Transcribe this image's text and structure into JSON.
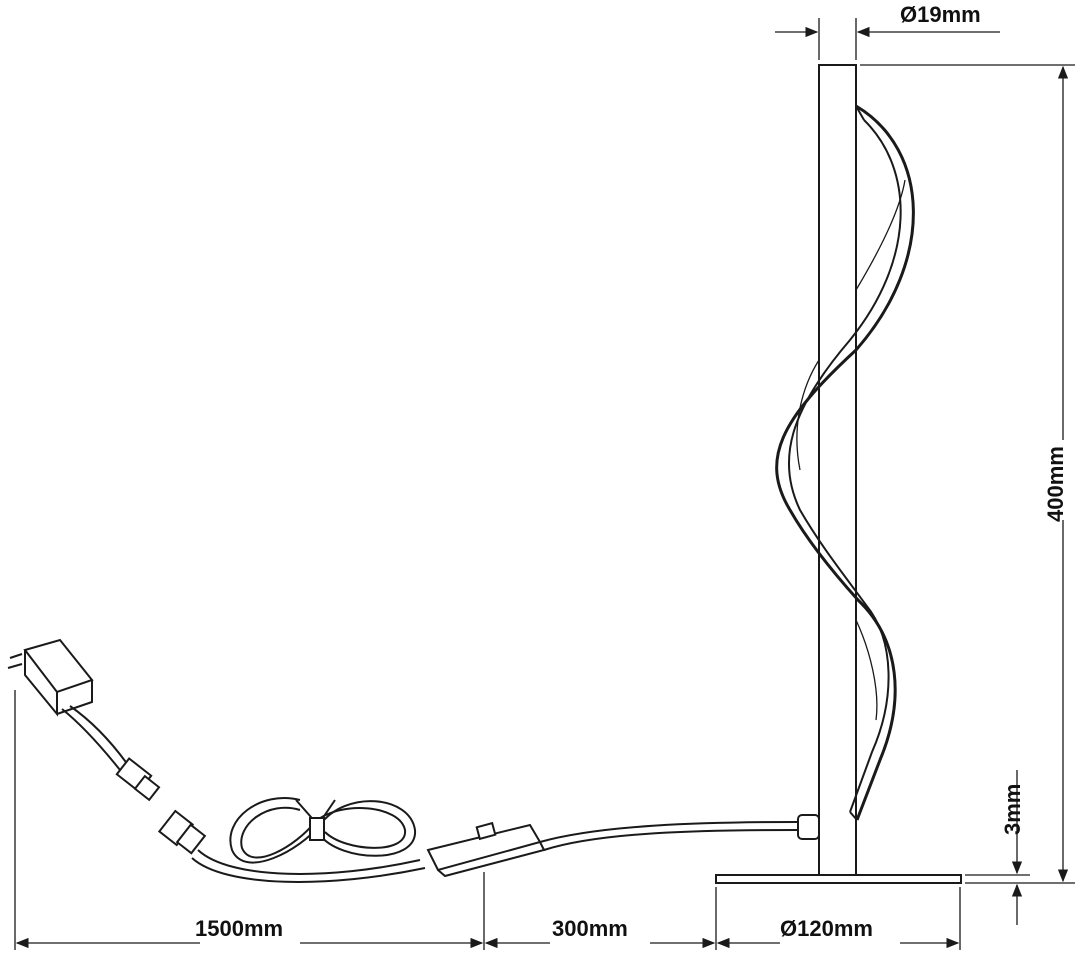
{
  "dimensions": {
    "pole_diameter": "Ø19mm",
    "height": "400mm",
    "base_thickness": "3mm",
    "cable_length": "1500mm",
    "switch_cable_length": "300mm",
    "base_diameter": "Ø120mm"
  },
  "colors": {
    "line": "#1a1a1a",
    "background": "#ffffff"
  }
}
